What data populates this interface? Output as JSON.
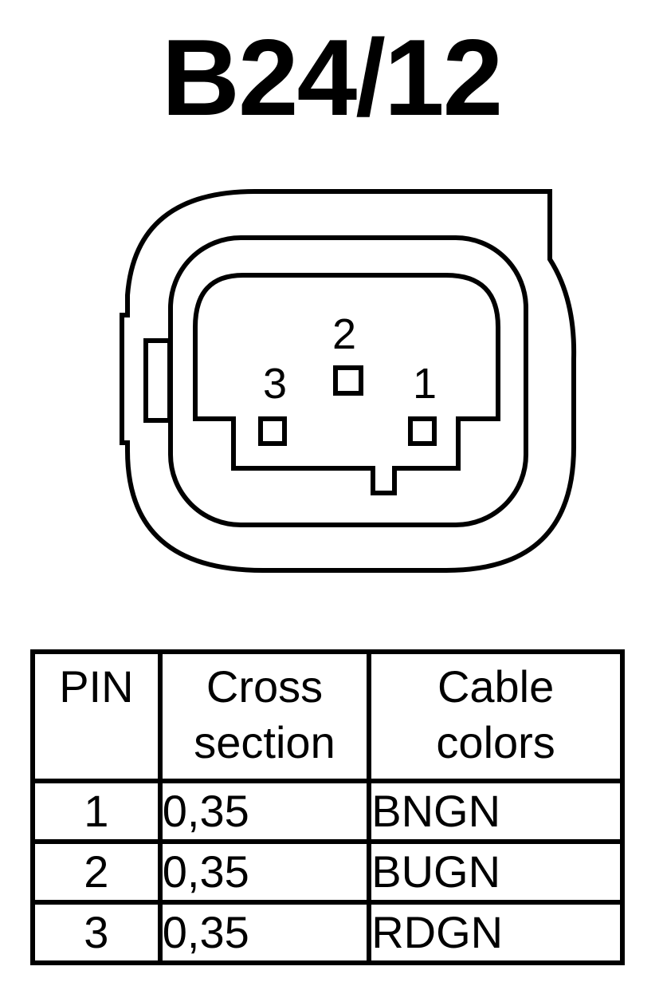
{
  "title": "B24/12",
  "connector": {
    "pins": [
      {
        "label": "1"
      },
      {
        "label": "2"
      },
      {
        "label": "3"
      }
    ]
  },
  "table": {
    "headers": {
      "pin": "PIN",
      "cross_line1": "Cross",
      "cross_line2": "section",
      "color_line1": "Cable",
      "color_line2": "colors"
    },
    "rows": [
      {
        "pin": "1",
        "cross_section": "0,35",
        "cable_color": "BNGN"
      },
      {
        "pin": "2",
        "cross_section": "0,35",
        "cable_color": "BUGN"
      },
      {
        "pin": "3",
        "cross_section": "0,35",
        "cable_color": "RDGN"
      }
    ]
  }
}
